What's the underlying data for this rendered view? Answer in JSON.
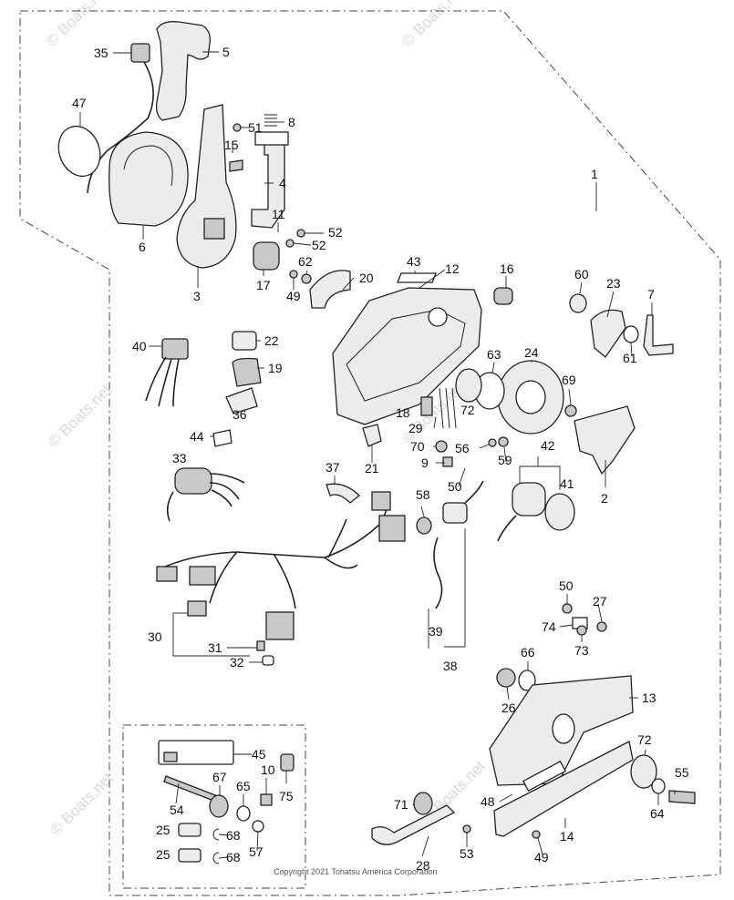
{
  "watermark": "© Boats.net",
  "copyright": "Copyright 2021 Tohatsu America Corporation",
  "callouts": [
    {
      "id": "1",
      "n": "1"
    },
    {
      "id": "2",
      "n": "2"
    },
    {
      "id": "3",
      "n": "3"
    },
    {
      "id": "4",
      "n": "4"
    },
    {
      "id": "5",
      "n": "5"
    },
    {
      "id": "6",
      "n": "6"
    },
    {
      "id": "7",
      "n": "7"
    },
    {
      "id": "8",
      "n": "8"
    },
    {
      "id": "9",
      "n": "9"
    },
    {
      "id": "10",
      "n": "10"
    },
    {
      "id": "11",
      "n": "11"
    },
    {
      "id": "12",
      "n": "12"
    },
    {
      "id": "13",
      "n": "13"
    },
    {
      "id": "14",
      "n": "14"
    },
    {
      "id": "15",
      "n": "15"
    },
    {
      "id": "16",
      "n": "16"
    },
    {
      "id": "17",
      "n": "17"
    },
    {
      "id": "18",
      "n": "18"
    },
    {
      "id": "19",
      "n": "19"
    },
    {
      "id": "20",
      "n": "20"
    },
    {
      "id": "21",
      "n": "21"
    },
    {
      "id": "22",
      "n": "22"
    },
    {
      "id": "23",
      "n": "23"
    },
    {
      "id": "24",
      "n": "24"
    },
    {
      "id": "25a",
      "n": "25"
    },
    {
      "id": "25b",
      "n": "25"
    },
    {
      "id": "26",
      "n": "26"
    },
    {
      "id": "27",
      "n": "27"
    },
    {
      "id": "28",
      "n": "28"
    },
    {
      "id": "29",
      "n": "29"
    },
    {
      "id": "30",
      "n": "30"
    },
    {
      "id": "31",
      "n": "31"
    },
    {
      "id": "32",
      "n": "32"
    },
    {
      "id": "33",
      "n": "33"
    },
    {
      "id": "36",
      "n": "36"
    },
    {
      "id": "37",
      "n": "37"
    },
    {
      "id": "38",
      "n": "38"
    },
    {
      "id": "39",
      "n": "39"
    },
    {
      "id": "40",
      "n": "40"
    },
    {
      "id": "41",
      "n": "41"
    },
    {
      "id": "42",
      "n": "42"
    },
    {
      "id": "43",
      "n": "43"
    },
    {
      "id": "44",
      "n": "44"
    },
    {
      "id": "45",
      "n": "45"
    },
    {
      "id": "47",
      "n": "47"
    },
    {
      "id": "48",
      "n": "48"
    },
    {
      "id": "49a",
      "n": "49"
    },
    {
      "id": "49b",
      "n": "49"
    },
    {
      "id": "50a",
      "n": "50"
    },
    {
      "id": "50b",
      "n": "50"
    },
    {
      "id": "51",
      "n": "51"
    },
    {
      "id": "52a",
      "n": "52"
    },
    {
      "id": "52b",
      "n": "52"
    },
    {
      "id": "53",
      "n": "53"
    },
    {
      "id": "54",
      "n": "54"
    },
    {
      "id": "55",
      "n": "55"
    },
    {
      "id": "56",
      "n": "56"
    },
    {
      "id": "57",
      "n": "57"
    },
    {
      "id": "58",
      "n": "58"
    },
    {
      "id": "59",
      "n": "59"
    },
    {
      "id": "60",
      "n": "60"
    },
    {
      "id": "61",
      "n": "61"
    },
    {
      "id": "62",
      "n": "62"
    },
    {
      "id": "63",
      "n": "63"
    },
    {
      "id": "64",
      "n": "64"
    },
    {
      "id": "65",
      "n": "65"
    },
    {
      "id": "66",
      "n": "66"
    },
    {
      "id": "67",
      "n": "67"
    },
    {
      "id": "68a",
      "n": "68"
    },
    {
      "id": "68b",
      "n": "68"
    },
    {
      "id": "69",
      "n": "69"
    },
    {
      "id": "70",
      "n": "70"
    },
    {
      "id": "71",
      "n": "71"
    },
    {
      "id": "72a",
      "n": "72"
    },
    {
      "id": "72b",
      "n": "72"
    },
    {
      "id": "73",
      "n": "73"
    },
    {
      "id": "74",
      "n": "74"
    },
    {
      "id": "75",
      "n": "75"
    },
    {
      "id": "35",
      "n": "35"
    }
  ]
}
